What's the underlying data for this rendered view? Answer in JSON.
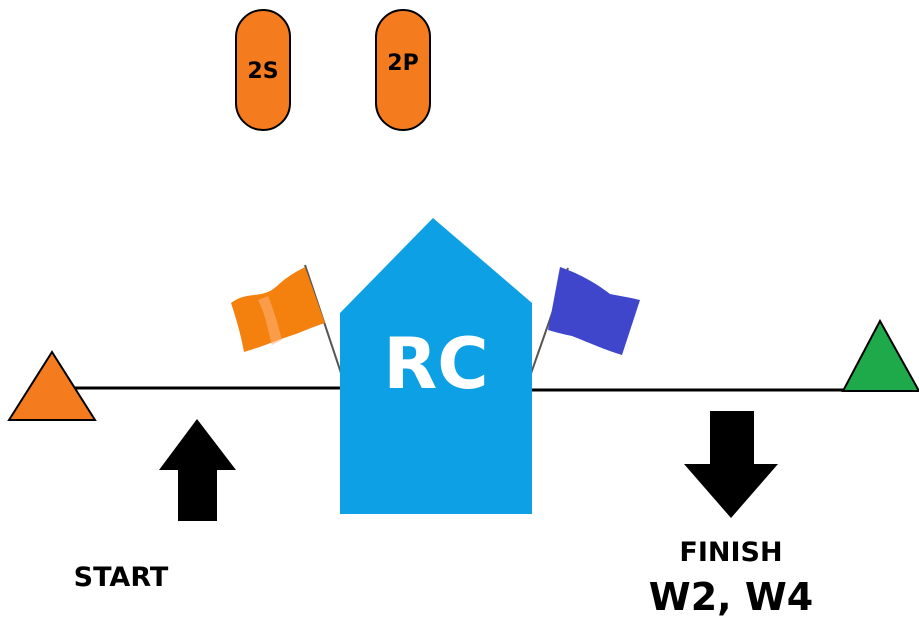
{
  "marks": {
    "mark_2s": {
      "label": "2S"
    },
    "mark_2p": {
      "label": "2P"
    }
  },
  "committee_boat": {
    "label": "RC"
  },
  "start": {
    "label": "START"
  },
  "finish": {
    "label": "FINISH",
    "legs": "W2, W4"
  },
  "colors": {
    "mark_orange": "#f47c1f",
    "pin_green": "#1eaa4b",
    "boat_blue": "#0ea0e4",
    "flag_orange": "#f4800e",
    "flag_blue": "#3f46cc",
    "line_black": "#000000",
    "arrow_black": "#000000"
  },
  "icons": {
    "start_arrow": "arrow-up-icon",
    "finish_arrow": "arrow-down-icon",
    "start_pin": "triangle-buoy-icon",
    "finish_pin": "triangle-buoy-icon",
    "orange_flag": "flag-icon",
    "blue_flag": "flag-icon"
  }
}
